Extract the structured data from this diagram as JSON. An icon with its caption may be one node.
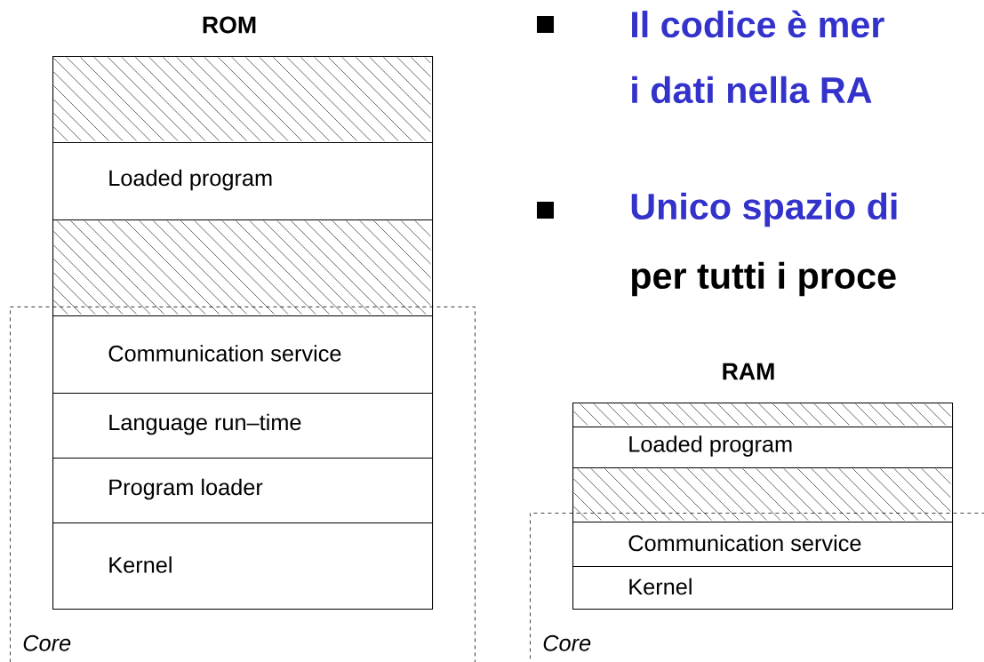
{
  "diagram": {
    "nodes": [
      {
        "text": [],
        "shape": "box"
      },
      {
        "text": [
          "Loaded program"
        ]
      },
      {
        "text": [],
        "shape": "box"
      },
      {
        "text": [
          "Core"
        ]
      },
      {
        "text": [
          "Communication service"
        ],
        "in": 3
      },
      {
        "text": [
          "Language run–time"
        ],
        "in": 3
      },
      {
        "text": [
          "Program loader"
        ],
        "in": 3
      },
      {
        "text": [
          "Kernel"
        ],
        "in": 3
      },
      {
        "text": [],
        "shape": "box"
      },
      {
        "text": [
          "Loaded program"
        ]
      },
      {
        "text": [],
        "shape": "box"
      },
      {
        "text": [
          "Core"
        ]
      },
      {
        "text": [
          "Communication service"
        ],
        "in": 11
      },
      {
        "text": [
          "Kernel"
        ],
        "in": 11
      }
    ],
    "labels": [
      "ROM",
      "Il codice è mer",
      "i dati nella RA",
      "Unico spazio di",
      "per tutti i proce",
      "RAM"
    ]
  }
}
